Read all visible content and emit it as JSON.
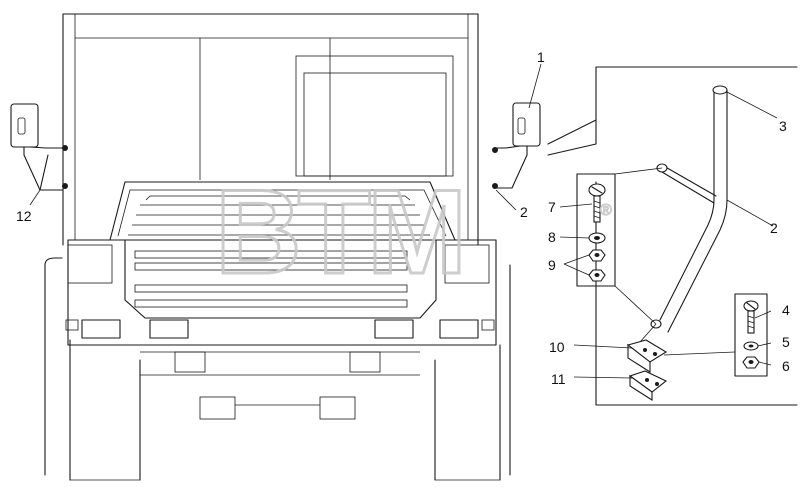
{
  "watermark": {
    "text": "BTM",
    "symbol": "®"
  },
  "callouts": [
    "1",
    "2",
    "2",
    "3",
    "4",
    "5",
    "6",
    "7",
    "8",
    "9",
    "10",
    "11",
    "12"
  ]
}
